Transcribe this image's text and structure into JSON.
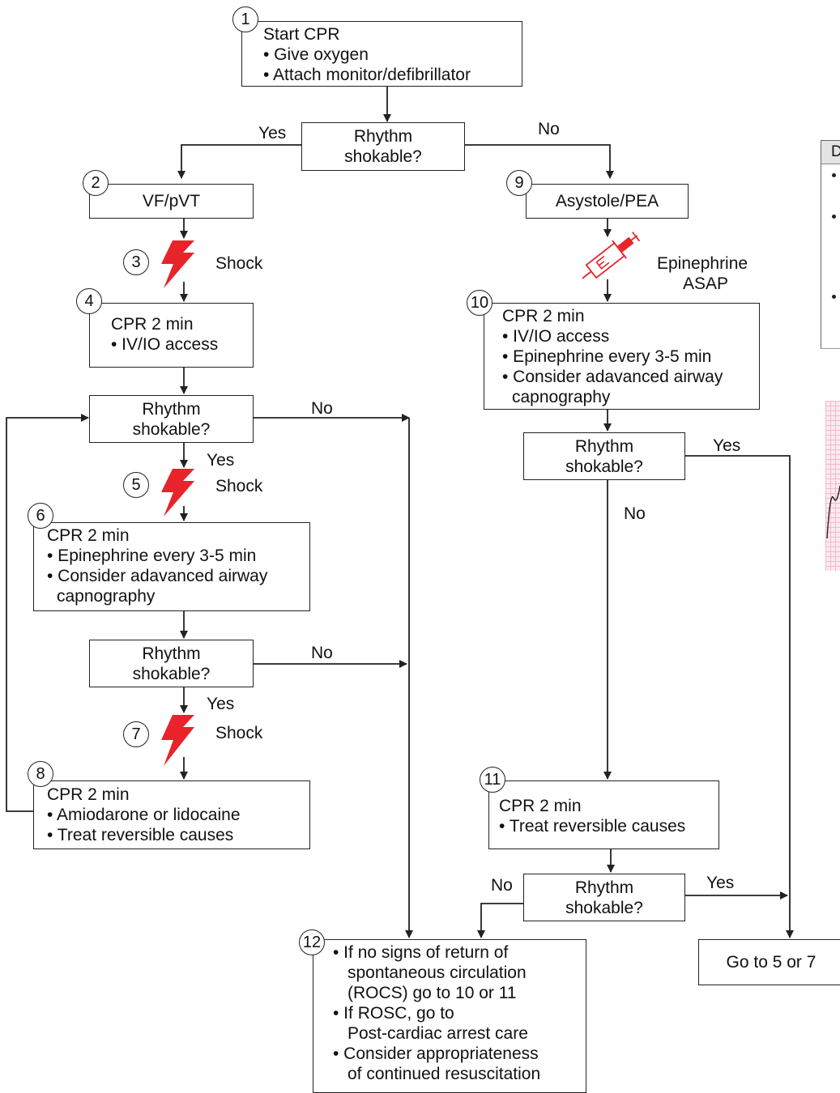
{
  "start": {
    "num": "1",
    "title": "Start CPR",
    "items": [
      "• Give oxygen",
      "• Attach monitor/defibrillator"
    ]
  },
  "rhythm_label": [
    "Rhythm",
    "shokable?"
  ],
  "yes": "Yes",
  "no": "No",
  "shock": "Shock",
  "epi": [
    "Epinephrine",
    "ASAP"
  ],
  "vf": {
    "num": "2",
    "label": "VF/pVT"
  },
  "asystole": {
    "num": "9",
    "label": "Asystole/PEA"
  },
  "step3": "3",
  "step5": "5",
  "step7": "7",
  "box4": {
    "num": "4",
    "title": "CPR 2 min",
    "items": [
      "• IV/IO access"
    ]
  },
  "box6": {
    "num": "6",
    "title": "CPR 2 min",
    "items": [
      "• Epinephrine every 3-5 min",
      "• Consider adavanced airway"
    ],
    "cont": "capnography"
  },
  "box8": {
    "num": "8",
    "title": "CPR 2 min",
    "items": [
      "• Amiodarone or lidocaine",
      "• Treat reversible causes"
    ]
  },
  "box10": {
    "num": "10",
    "title": "CPR 2 min",
    "items": [
      "• IV/IO access",
      "• Epinephrine every 3-5 min",
      "• Consider adavanced airway"
    ],
    "cont": "capnography"
  },
  "box11": {
    "num": "11",
    "title": "CPR 2 min",
    "items": [
      "• Treat reversible causes"
    ]
  },
  "box12": {
    "num": "12",
    "lines": [
      "• If no signs of return of",
      "spontaneous circulation",
      "(ROCS) go to 10 or 11",
      "• If ROSC, go to",
      "Post-cardiac arrest care",
      "• Consider appropriateness",
      "of continued resuscitation"
    ]
  },
  "goto": "Go to 5 or 7",
  "side_panel_letter": "D",
  "colors": {
    "shock": "#e8232a",
    "line": "#222222"
  }
}
